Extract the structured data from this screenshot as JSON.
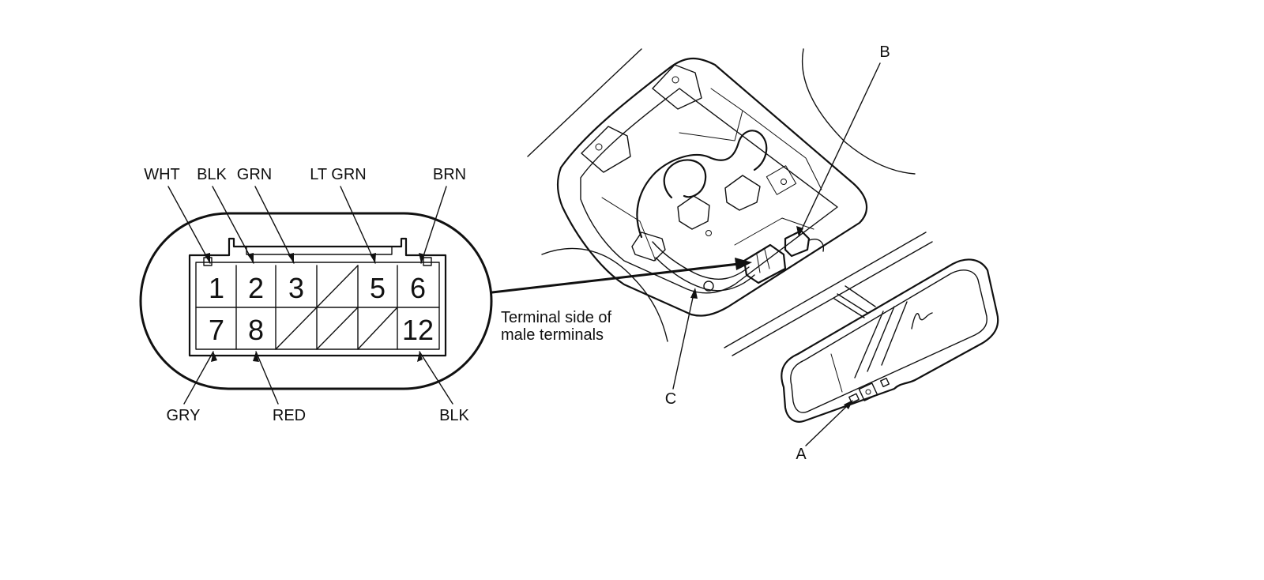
{
  "connector": {
    "wire_labels_top": [
      "WHT",
      "BLK",
      "GRN",
      "LT GRN",
      "BRN"
    ],
    "wire_labels_bottom": [
      "GRY",
      "RED",
      "BLK"
    ],
    "pins_top_row": [
      "1",
      "2",
      "3",
      "",
      "5",
      "6"
    ],
    "pins_bottom_row": [
      "7",
      "8",
      "",
      "",
      "",
      "12"
    ],
    "note_line1": "Terminal side of",
    "note_line2": "male terminals"
  },
  "callouts": {
    "a": "A",
    "b": "B",
    "c": "C"
  },
  "colors": {
    "line": "#111111",
    "background": "#ffffff"
  }
}
